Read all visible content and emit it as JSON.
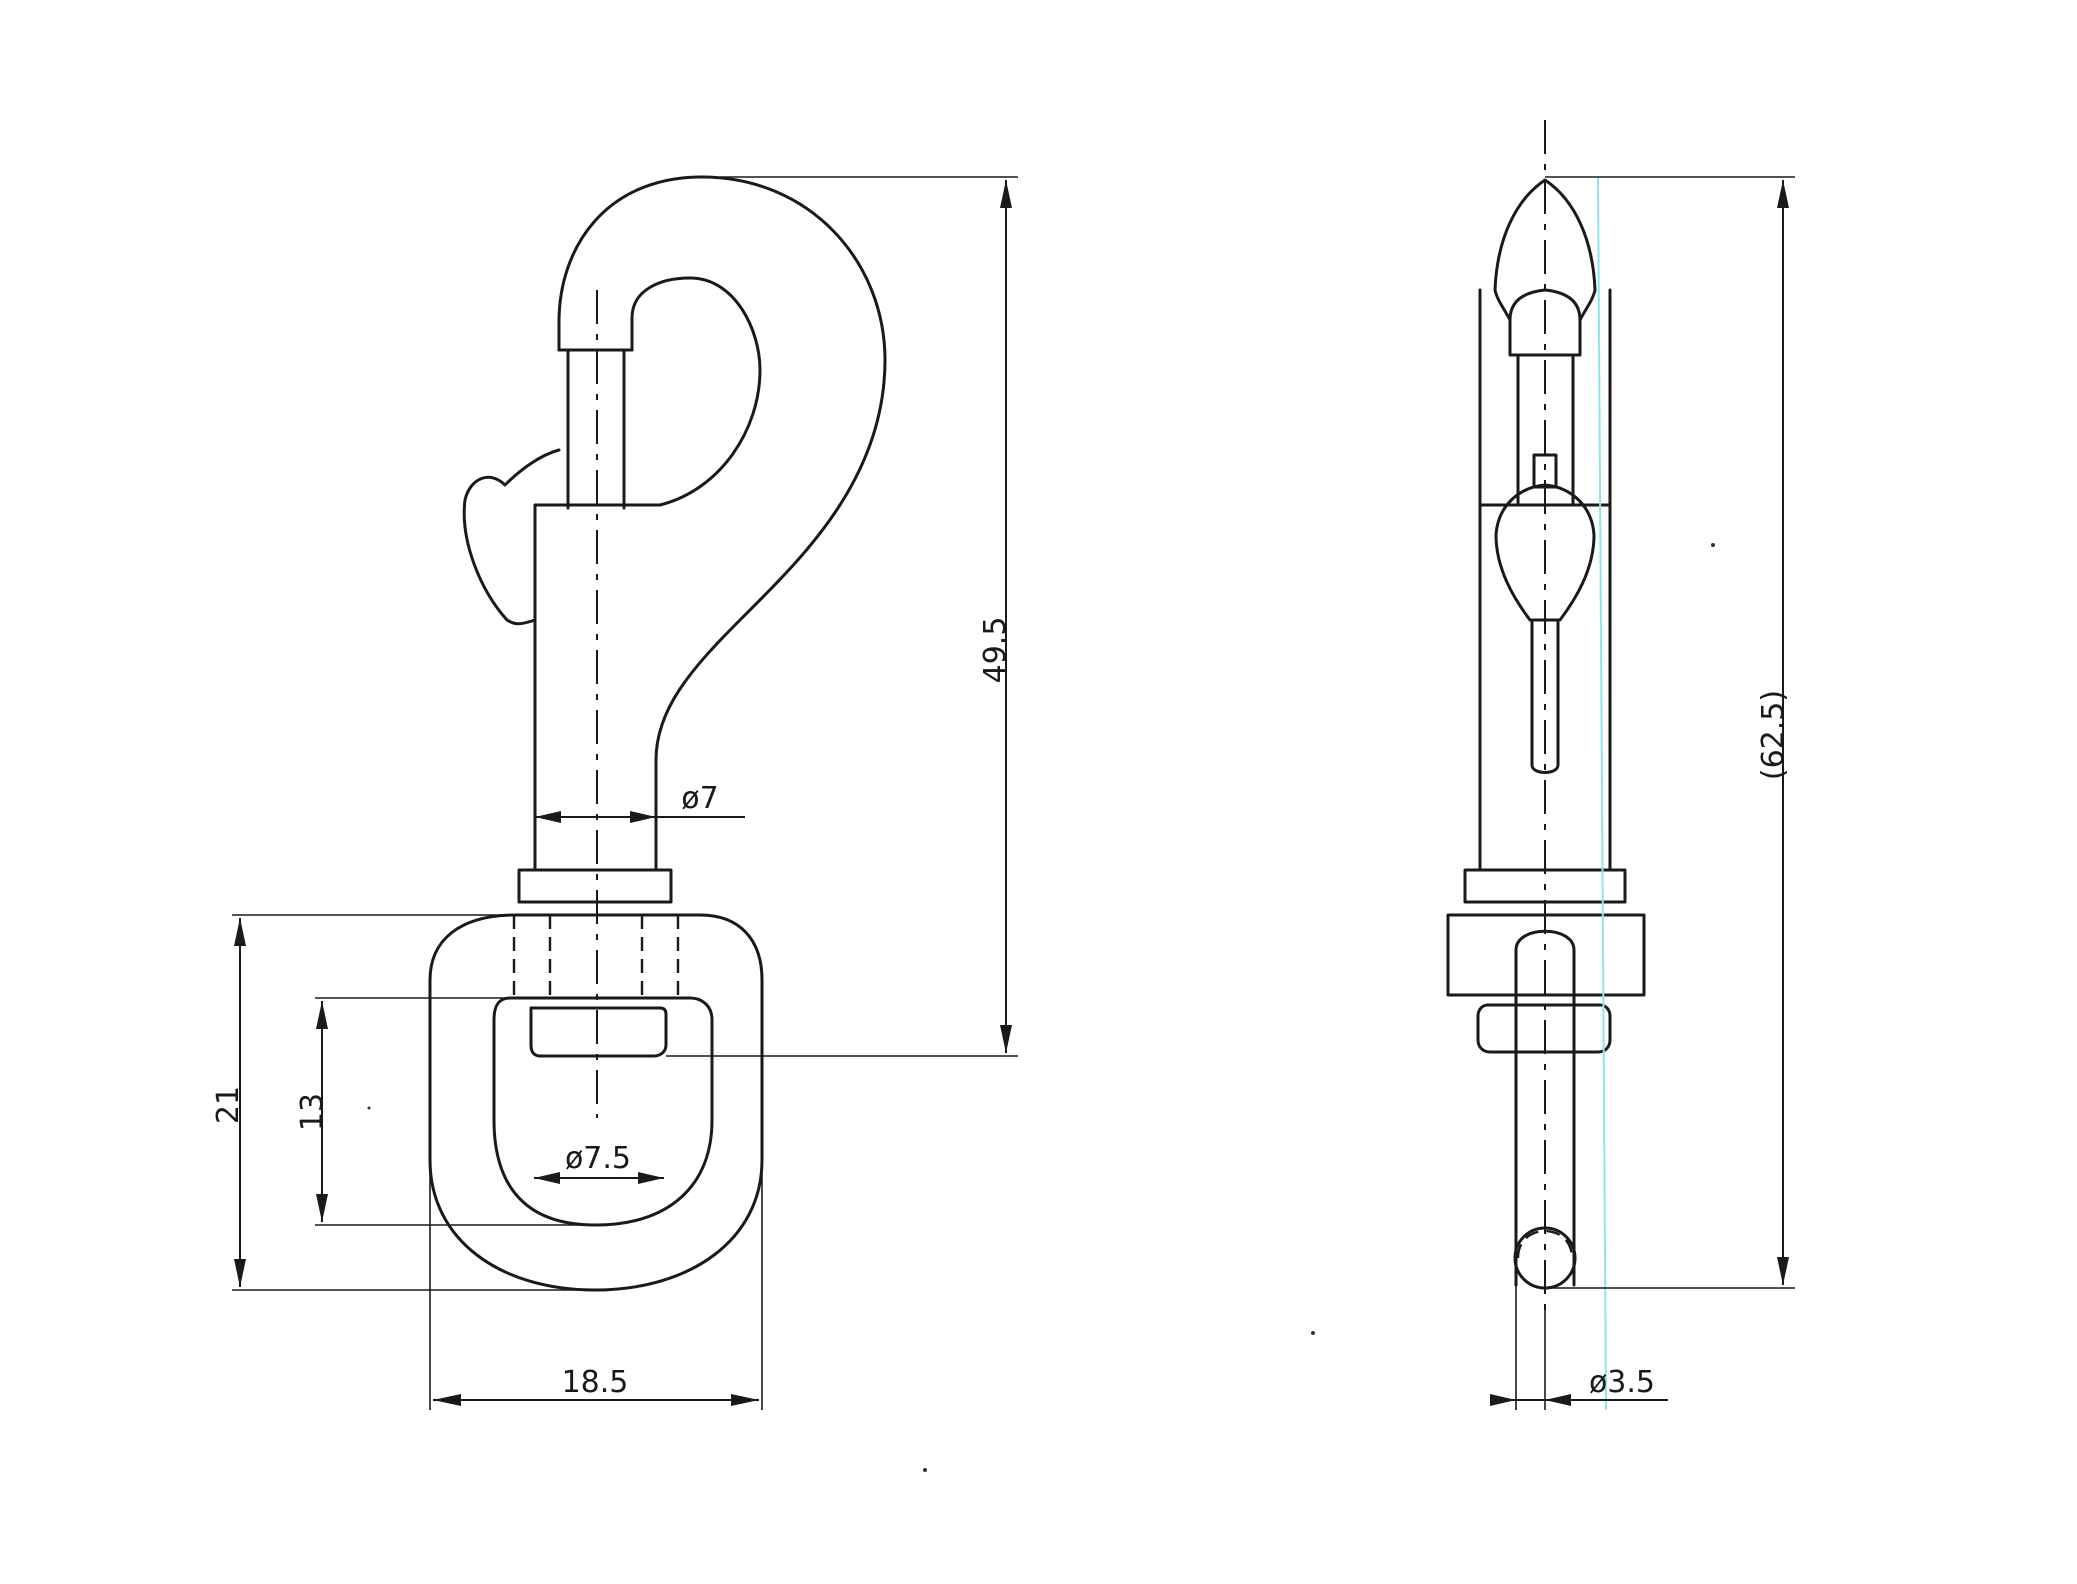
{
  "dimensions": {
    "front_overall_height": "49.5",
    "stem_diameter": "ø7",
    "eye_height": "21",
    "eye_inner_height": "13",
    "eye_inner_diameter": "ø7.5",
    "eye_width": "18.5",
    "side_overall_height": "(62.5)",
    "wire_diameter": "ø3.5"
  }
}
